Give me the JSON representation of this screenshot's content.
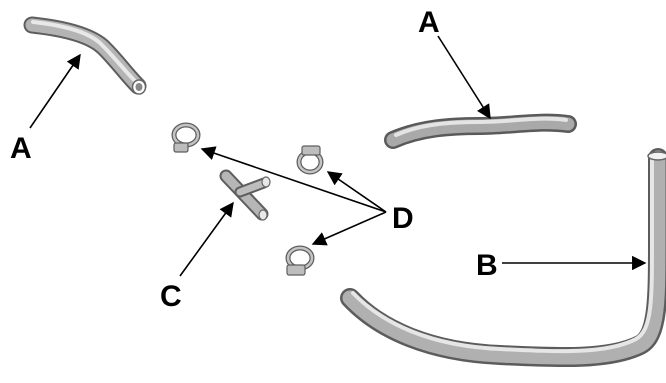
{
  "callouts": {
    "a_upper_left": "A",
    "a_upper_right": "A",
    "b": "B",
    "c": "C",
    "d": "D"
  },
  "colors": {
    "hose_dark": "#6e6e6e",
    "hose_mid": "#a8a8a8",
    "hose_light": "#e2e2e2",
    "leader": "#000000",
    "label": "#000000"
  }
}
